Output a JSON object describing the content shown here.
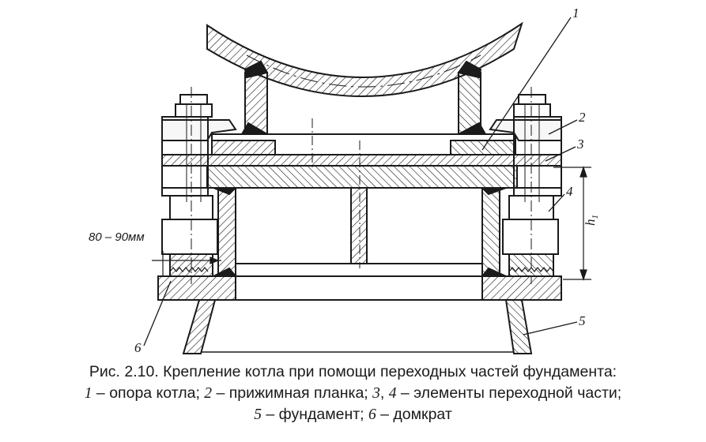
{
  "callouts": {
    "c1": "1",
    "c2": "2",
    "c3": "3",
    "c4": "4",
    "c5": "5",
    "c6": "6"
  },
  "dimensions": {
    "gap": "80 – 90мм",
    "height": "h",
    "height_sub": "1"
  },
  "caption": {
    "line1": "Рис. 2.10. Крепление котла при помощи переходных частей фундамента:",
    "l2_n1": "1",
    "l2_t1": " – опора котла; ",
    "l2_n2": "2",
    "l2_t2": " – прижимная планка; ",
    "l2_n3": "3",
    "l2_t3": ", ",
    "l2_n4": "4",
    "l2_t4": " – элементы переходной части;",
    "l3_n5": "5",
    "l3_t5": " – фундамент; ",
    "l3_n6": "6",
    "l3_t6": " – домкрат"
  },
  "colors": {
    "ink": "#1a1a1a",
    "paper": "#ffffff"
  }
}
